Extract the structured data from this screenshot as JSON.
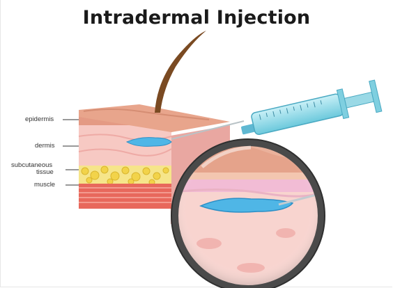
{
  "title": "Intradermal Injection",
  "labels": {
    "epidermis": "epidermis",
    "dermis": "dermis",
    "subcutaneous_line1": "subcutaneous",
    "subcutaneous_line2": "tissue",
    "muscle": "muscle"
  },
  "colors": {
    "epidermis": "#e7a08a",
    "dermis": "#f6c4c0",
    "subcutaneous": "#f3e07a",
    "muscle": "#e7655a",
    "medication": "#4fb6e6",
    "syringe": "#8fd8e8",
    "hair": "#7a4a22",
    "magnifier_rim": "#4a4a4a"
  }
}
